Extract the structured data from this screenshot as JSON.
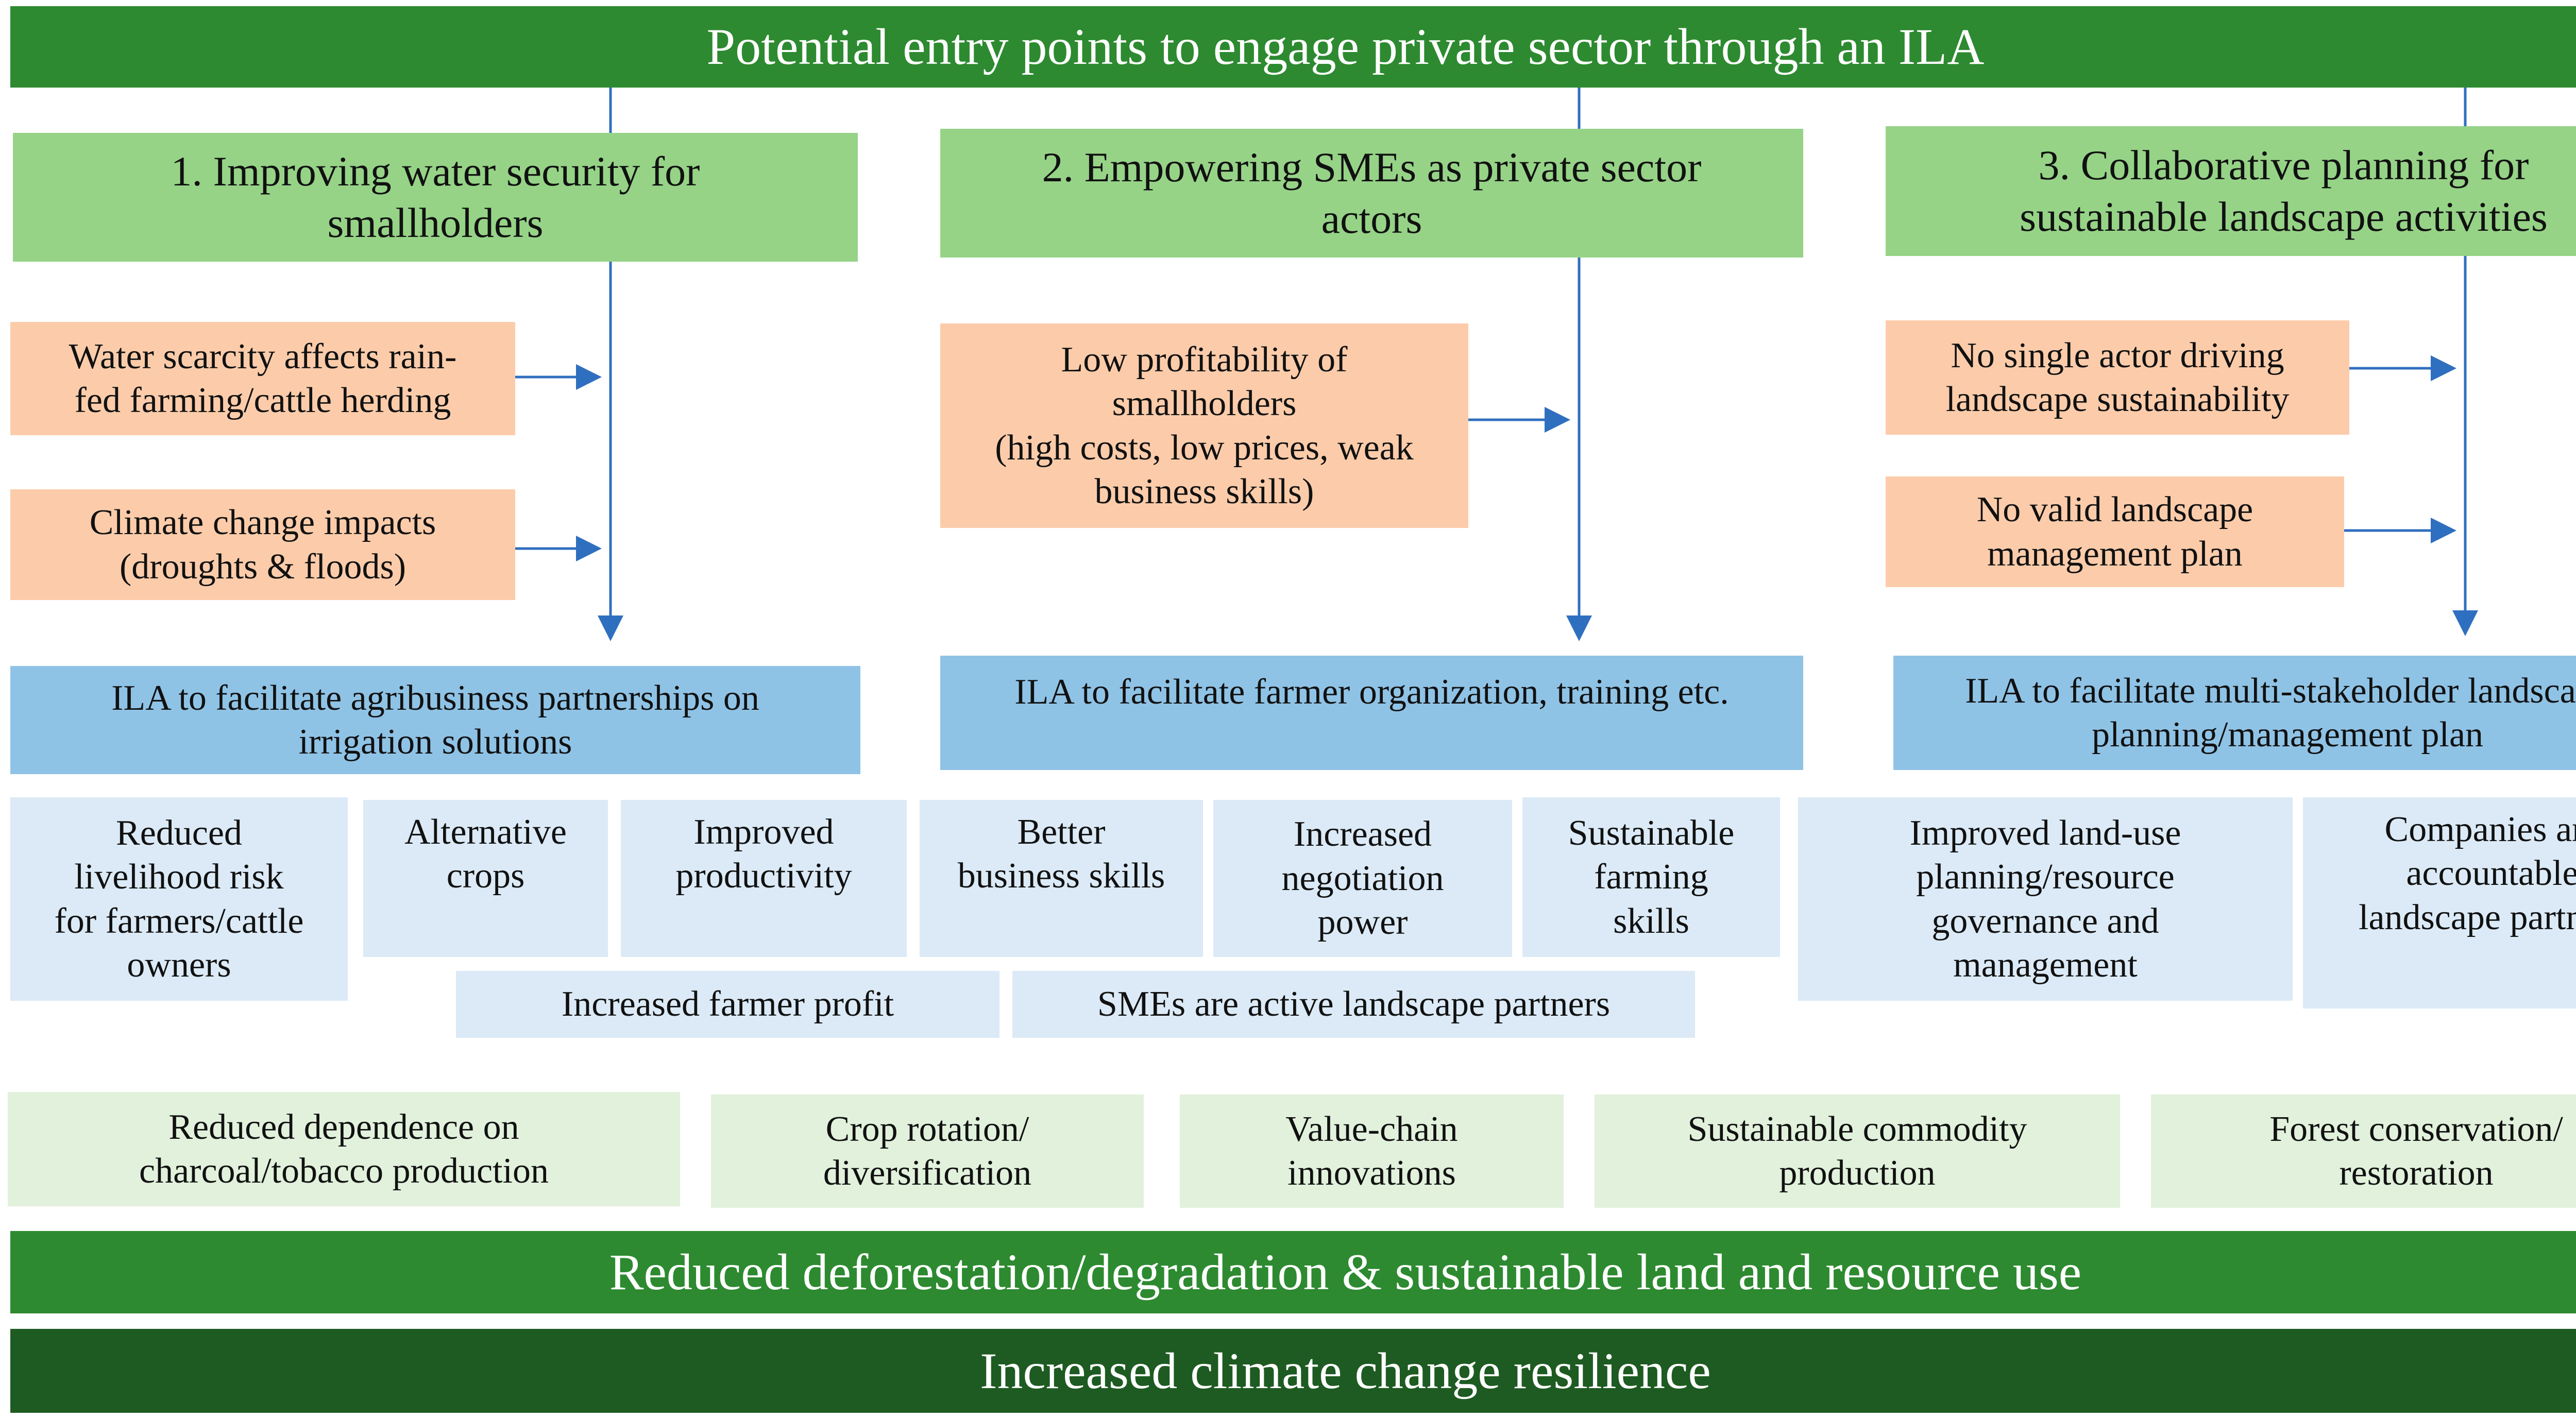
{
  "title": "Potential entry points to engage private sector through an ILA",
  "columns": [
    {
      "heading": "1. Improving water security for\nsmallholders",
      "problems": [
        "Water scarcity affects rain-\nfed farming/cattle herding",
        "Climate change impacts\n(droughts & floods)"
      ],
      "ila": "ILA to facilitate agribusiness partnerships on\nirrigation solutions",
      "outcomes": [
        "Reduced\nlivelihood risk\nfor farmers/cattle\nowners",
        "Alternative\ncrops",
        "Improved\nproductivity"
      ]
    },
    {
      "heading": "2. Empowering SMEs as private sector\nactors",
      "problems": [
        "Low profitability of\nsmallholders\n(high costs, low prices, weak\nbusiness skills)"
      ],
      "ila": "ILA to facilitate farmer organization, training etc.",
      "outcomes": [
        "Better\nbusiness skills",
        "Increased\nnegotiation\npower",
        "Sustainable\nfarming\nskills"
      ]
    },
    {
      "heading": "3. Collaborative planning for\nsustainable landscape activities",
      "problems": [
        "No single actor driving\nlandscape sustainability",
        "No valid landscape\nmanagement plan"
      ],
      "ila": "ILA to facilitate multi-stakeholder landscape\nplanning/management plan",
      "outcomes": [
        "Improved land-use\nplanning/resource\ngovernance and\nmanagement",
        "Companies are\naccountable\nlandscape partners"
      ]
    }
  ],
  "shared_outcomes": [
    "Increased farmer profit",
    "SMEs are active landscape partners"
  ],
  "activities": [
    "Reduced dependence on\ncharcoal/tobacco production",
    "Crop rotation/\ndiversification",
    "Value-chain\ninnovations",
    "Sustainable commodity\nproduction",
    "Forest conservation/\nrestoration"
  ],
  "result": "Reduced deforestation/degradation & sustainable land and resource use",
  "impact": "Increased climate change resilience",
  "colors": {
    "banner_green": "#2d8a30",
    "dark_green": "#1e5b22",
    "heading_green": "#96d387",
    "problem_peach": "#fcccaa",
    "ila_blue": "#8fc3e6",
    "outcome_lightblue": "#dbeaf6",
    "activity_lightgreen": "#e1f1dc",
    "arrow_blue": "#2f6fbf"
  }
}
